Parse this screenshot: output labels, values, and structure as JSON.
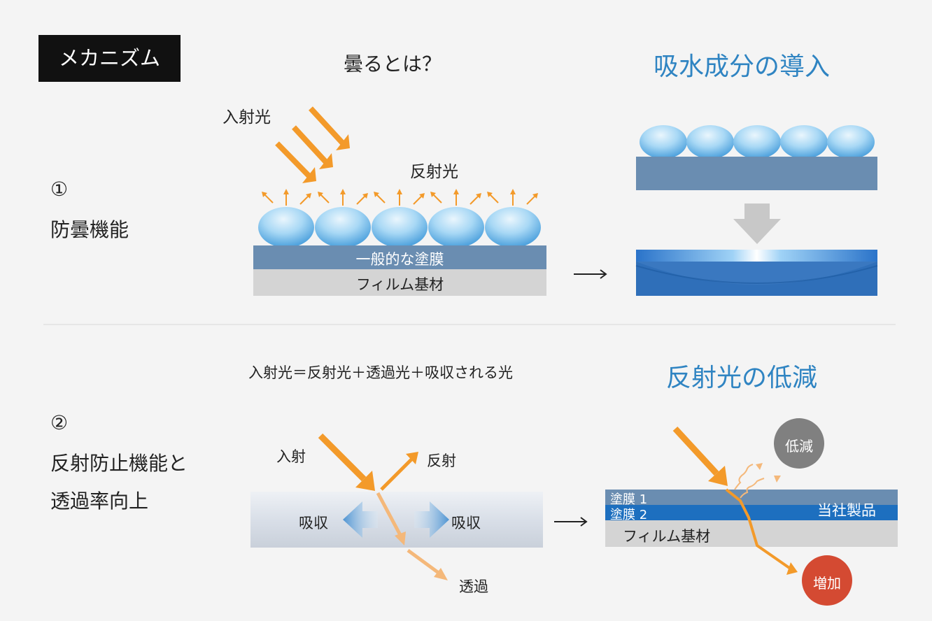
{
  "header": {
    "badge": "メカニズム",
    "question": "曇るとは？",
    "title_right_1": "吸水成分の導入"
  },
  "section1": {
    "number": "①",
    "name": "防曇機能",
    "incident_label": "入射光",
    "reflected_label": "反射光",
    "coating_label": "一般的な塗膜",
    "film_label": "フィルム基材"
  },
  "section2": {
    "number": "②",
    "name_line1": "反射防止機能と",
    "name_line2": "透過率向上",
    "equation": "入射光＝反射光＋透過光＋吸収される光",
    "title_right": "反射光の低減",
    "incident": "入射",
    "reflect": "反射",
    "absorb_left": "吸収",
    "absorb_right": "吸収",
    "transmit": "透過",
    "coat1": "塗膜 1",
    "coat2": "塗膜 2",
    "product": "当社製品",
    "film": "フィルム基材",
    "decrease": "低減",
    "increase": "増加"
  },
  "colors": {
    "orange": "#f39a2a",
    "coating_blue": "#6a8db1",
    "title_blue": "#2f84c2",
    "film_gray": "#d4d4d4",
    "red_circle": "#d44a32",
    "gray_circle": "#808080"
  },
  "icons": {
    "arrow_right": "long-right-arrow-icon",
    "arrow_down": "gray-down-arrow-icon"
  }
}
